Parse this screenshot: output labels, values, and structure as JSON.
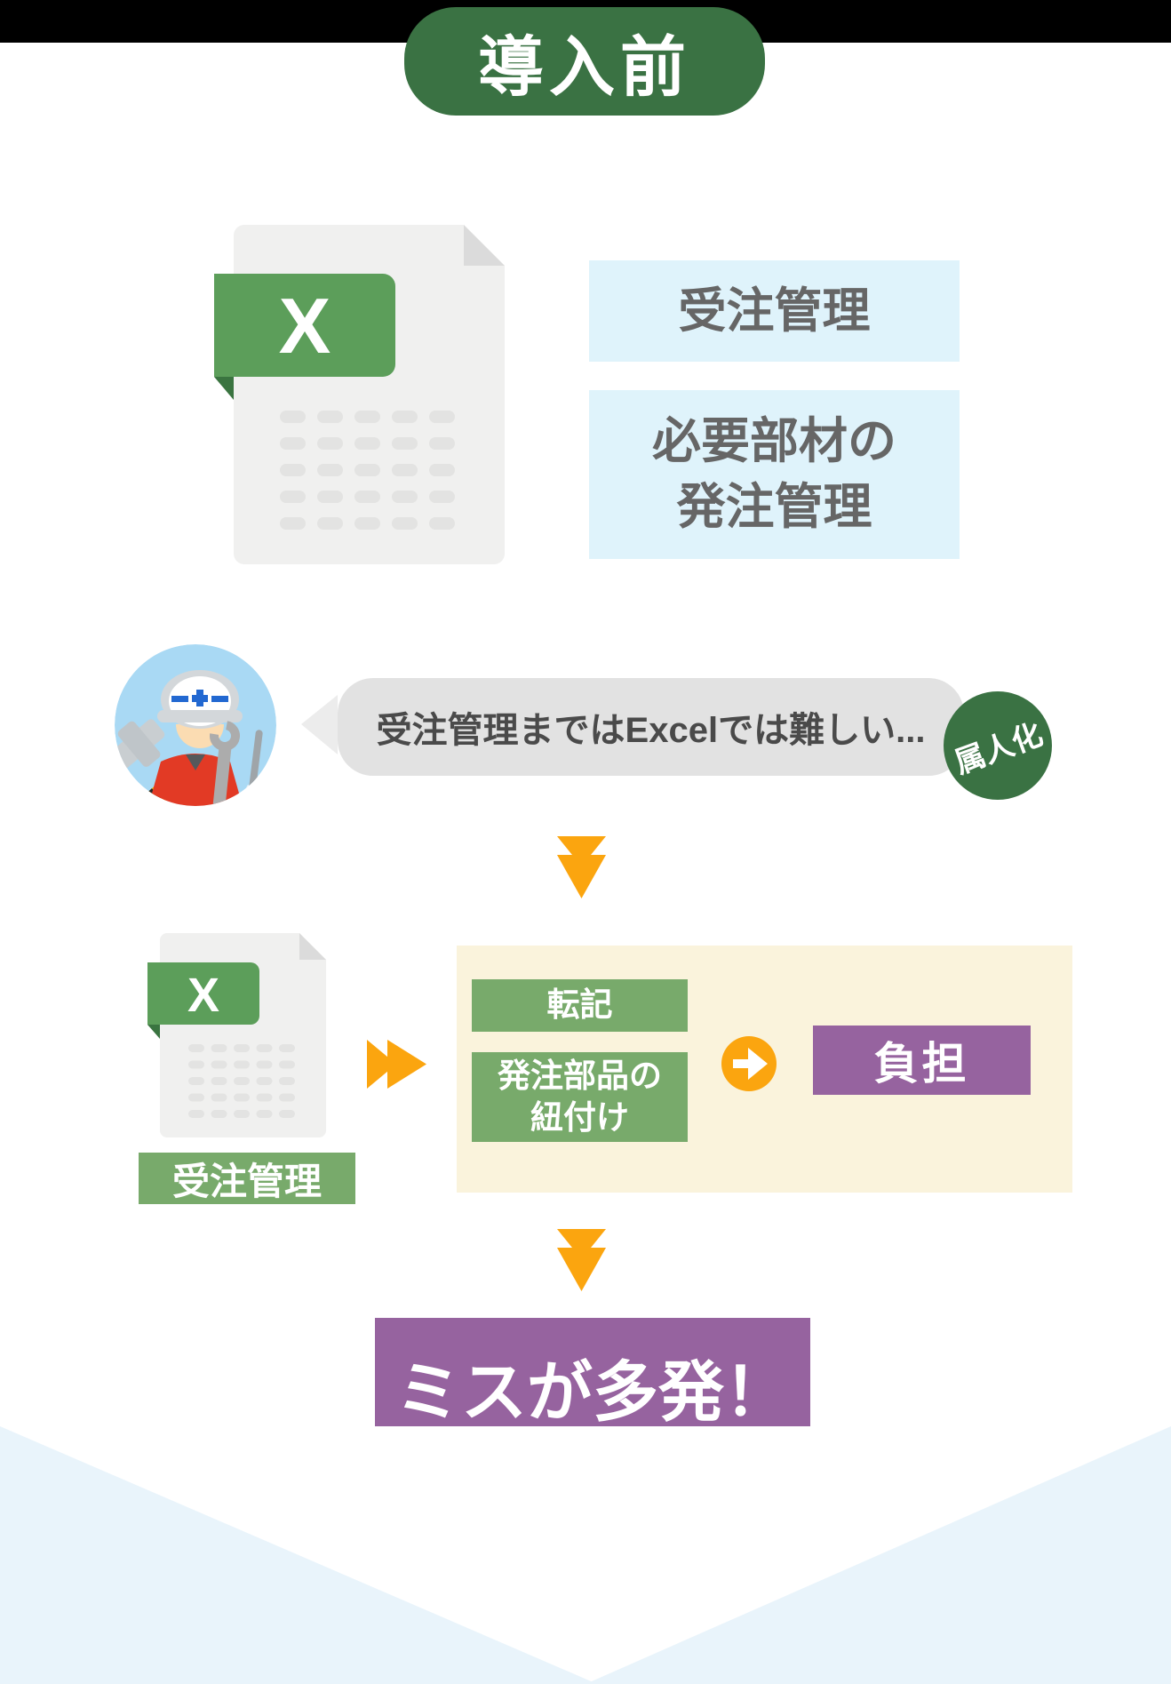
{
  "header": {
    "badge": "導入前"
  },
  "excel_before": {
    "letter": "X"
  },
  "capabilities": {
    "box1": "受注管理",
    "box2_line1": "必要部材の",
    "box2_line2": "発注管理"
  },
  "quote": {
    "text": "受注管理まではExcelでは難しい...",
    "tag": "属人化"
  },
  "flow": {
    "excel": {
      "letter": "X",
      "label": "受注管理"
    },
    "tasks": {
      "task1": "転記",
      "task2_line1": "発注部品の",
      "task2_line2": "紐付け"
    },
    "result": "負担"
  },
  "outcome": "ミスが多発！",
  "colors": {
    "top_bar": "#000000",
    "badge_green": "#3A7243",
    "excel_banner_green": "#5C9E5A",
    "excel_fold_dark_green": "#3A7440",
    "page_gray": "#F0F0EF",
    "fold_gray": "#DBDBDB",
    "cell_gray": "#E3E3E2",
    "info_blue": "#DFF3FB",
    "bubble_gray": "#E2E2E2",
    "orange": "#FBA50F",
    "beige": "#FAF3DC",
    "task_green": "#78AA6B",
    "purple": "#96639F",
    "bottom_blue": "#E9F4FB",
    "text_gray": "#666666"
  }
}
